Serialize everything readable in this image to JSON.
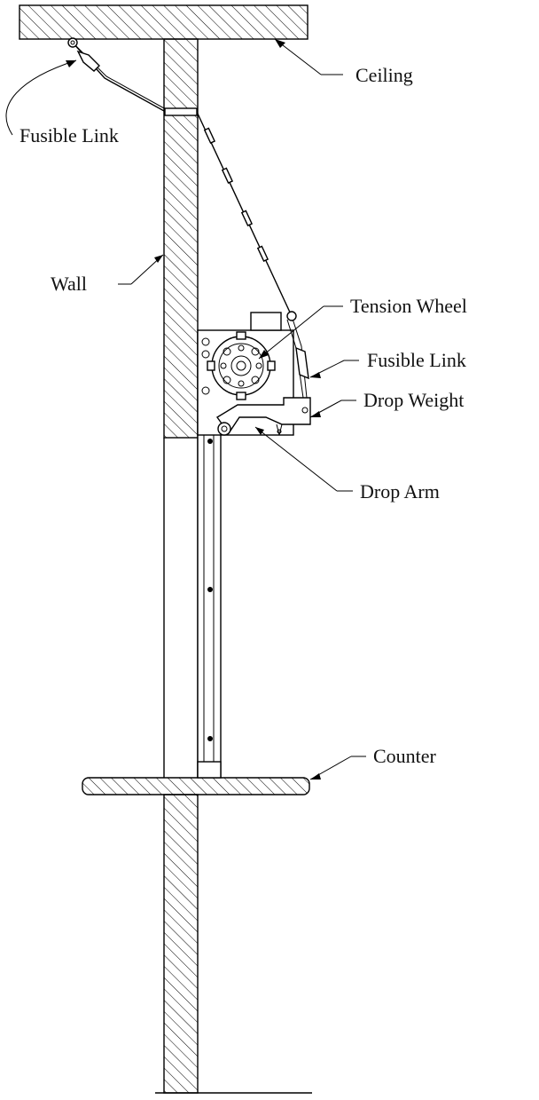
{
  "labels": {
    "ceiling": "Ceiling",
    "fusible_link_top": "Fusible Link",
    "wall": "Wall",
    "tension_wheel": "Tension Wheel",
    "fusible_link_right": "Fusible Link",
    "drop_weight": "Drop Weight",
    "drop_arm": "Drop Arm",
    "counter": "Counter"
  },
  "colors": {
    "ink": "#000000",
    "background": "#ffffff"
  }
}
